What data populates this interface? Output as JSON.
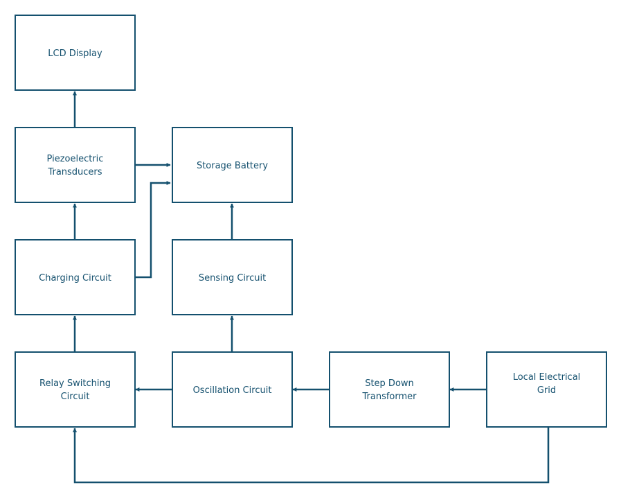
{
  "diagram": {
    "colors": {
      "stroke": "#14506e",
      "text": "#14506e",
      "background": "#ffffff"
    },
    "nodes": {
      "lcd_display": {
        "line1": "LCD Display"
      },
      "piezoelectric_transducers": {
        "line1": "Piezoelectric",
        "line2": "Transducers"
      },
      "storage_battery": {
        "line1": "Storage Battery"
      },
      "charging_circuit": {
        "line1": "Charging Circuit"
      },
      "sensing_circuit": {
        "line1": "Sensing Circuit"
      },
      "relay_switching_circuit": {
        "line1": "Relay Switching",
        "line2": "Circuit"
      },
      "oscillation_circuit": {
        "line1": "Oscillation Circuit"
      },
      "step_down_transformer": {
        "line1": "Step Down",
        "line2": "Transformer"
      },
      "local_electrical_grid": {
        "line1": "Local Electrical",
        "line2": "Grid"
      }
    },
    "edges": [
      {
        "from": "local_electrical_grid",
        "to": "step_down_transformer"
      },
      {
        "from": "step_down_transformer",
        "to": "oscillation_circuit"
      },
      {
        "from": "oscillation_circuit",
        "to": "relay_switching_circuit"
      },
      {
        "from": "oscillation_circuit",
        "to": "sensing_circuit"
      },
      {
        "from": "sensing_circuit",
        "to": "storage_battery"
      },
      {
        "from": "relay_switching_circuit",
        "to": "charging_circuit"
      },
      {
        "from": "charging_circuit",
        "to": "piezoelectric_transducers"
      },
      {
        "from": "charging_circuit",
        "to": "storage_battery"
      },
      {
        "from": "piezoelectric_transducers",
        "to": "lcd_display"
      },
      {
        "from": "piezoelectric_transducers",
        "to": "storage_battery"
      },
      {
        "from": "local_electrical_grid",
        "to": "relay_switching_circuit"
      }
    ]
  }
}
